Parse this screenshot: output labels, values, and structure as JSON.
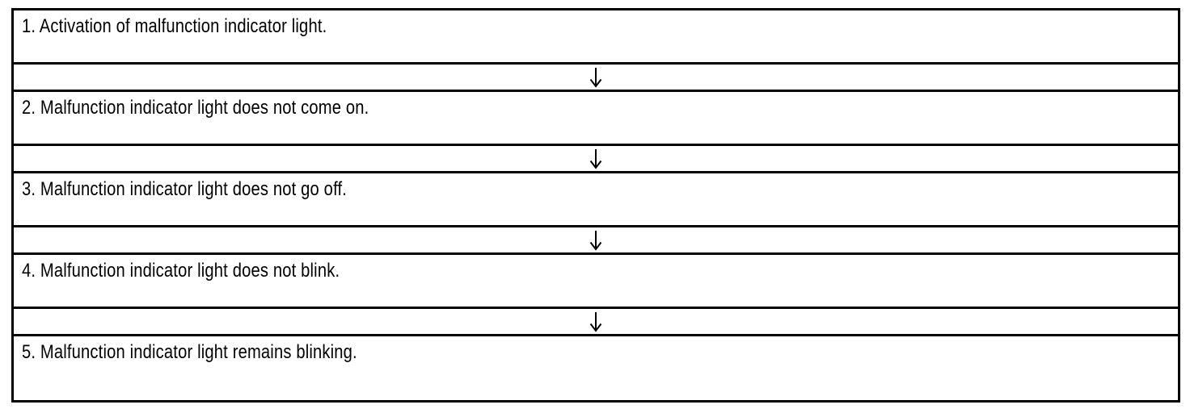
{
  "diagram": {
    "type": "flowchart",
    "connector_icon": "down-arrow",
    "steps": [
      "1. Activation of malfunction indicator light.",
      "2. Malfunction indicator light does not come on.",
      "3. Malfunction indicator light does not go off.",
      "4. Malfunction indicator light does not blink.",
      "5. Malfunction indicator light remains blinking."
    ],
    "colors": {
      "border": "#000000",
      "text": "#000000",
      "background": "#ffffff"
    }
  }
}
